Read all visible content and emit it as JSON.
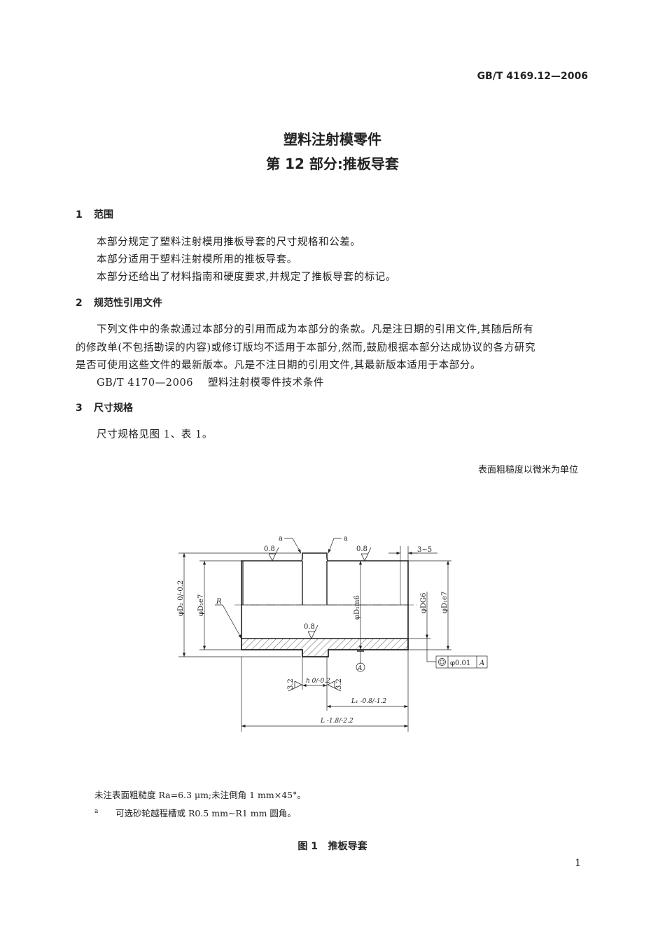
{
  "header": {
    "standard_number": "GB/T 4169.12—2006"
  },
  "title": {
    "line1": "塑料注射模零件",
    "line2": "第 12 部分:推板导套"
  },
  "sections": [
    {
      "number": "1",
      "heading": "范围",
      "paragraphs": [
        "本部分规定了塑料注射模用推板导套的尺寸规格和公差。",
        "本部分适用于塑料注射模所用的推板导套。",
        "本部分还给出了材料指南和硬度要求,并规定了推板导套的标记。"
      ]
    },
    {
      "number": "2",
      "heading": "规范性引用文件",
      "paragraphs": [
        "下列文件中的条款通过本部分的引用而成为本部分的条款。凡是注日期的引用文件,其随后所有",
        "的修改单(不包括勘误的内容)或修订版均不适用于本部分,然而,鼓励根据本部分达成协议的各方研究",
        "是否可使用这些文件的最新版本。凡是不注日期的引用文件,其最新版本适用于本部分。",
        "GB/T 4170—2006    塑料注射模零件技术条件"
      ]
    },
    {
      "number": "3",
      "heading": "尺寸规格",
      "paragraphs": [
        "尺寸规格见图 1、表 1。"
      ]
    }
  ],
  "figure": {
    "unit_note": "表面粗糙度以微米为单位",
    "labels": {
      "a": "a",
      "roughness_08": "0.8",
      "roughness_32": "3.2",
      "range_3_5": "3~5",
      "phi_D2": "φD₂ 0/-0.2",
      "phi_D1e7": "φD₁e7",
      "phi_D1m6": "φD₁m6",
      "phi_DG6": "φDG6",
      "R": "R",
      "datum": "A",
      "h": "h 0/-0.2",
      "L1": "L₁ -0.8/-1.2",
      "L": "L -1.8/-2.2",
      "tolerance_value": "φ0.01",
      "tolerance_datum": "A"
    },
    "notes": [
      "未注表面粗糙度 Ra=6.3 μm;未注倒角 1 mm×45°。",
      "可选砂轮越程槽或 R0.5 mm~R1 mm 圆角。"
    ],
    "footnote_marker": "a",
    "caption": "图 1   推板导套"
  },
  "page_number": "1"
}
